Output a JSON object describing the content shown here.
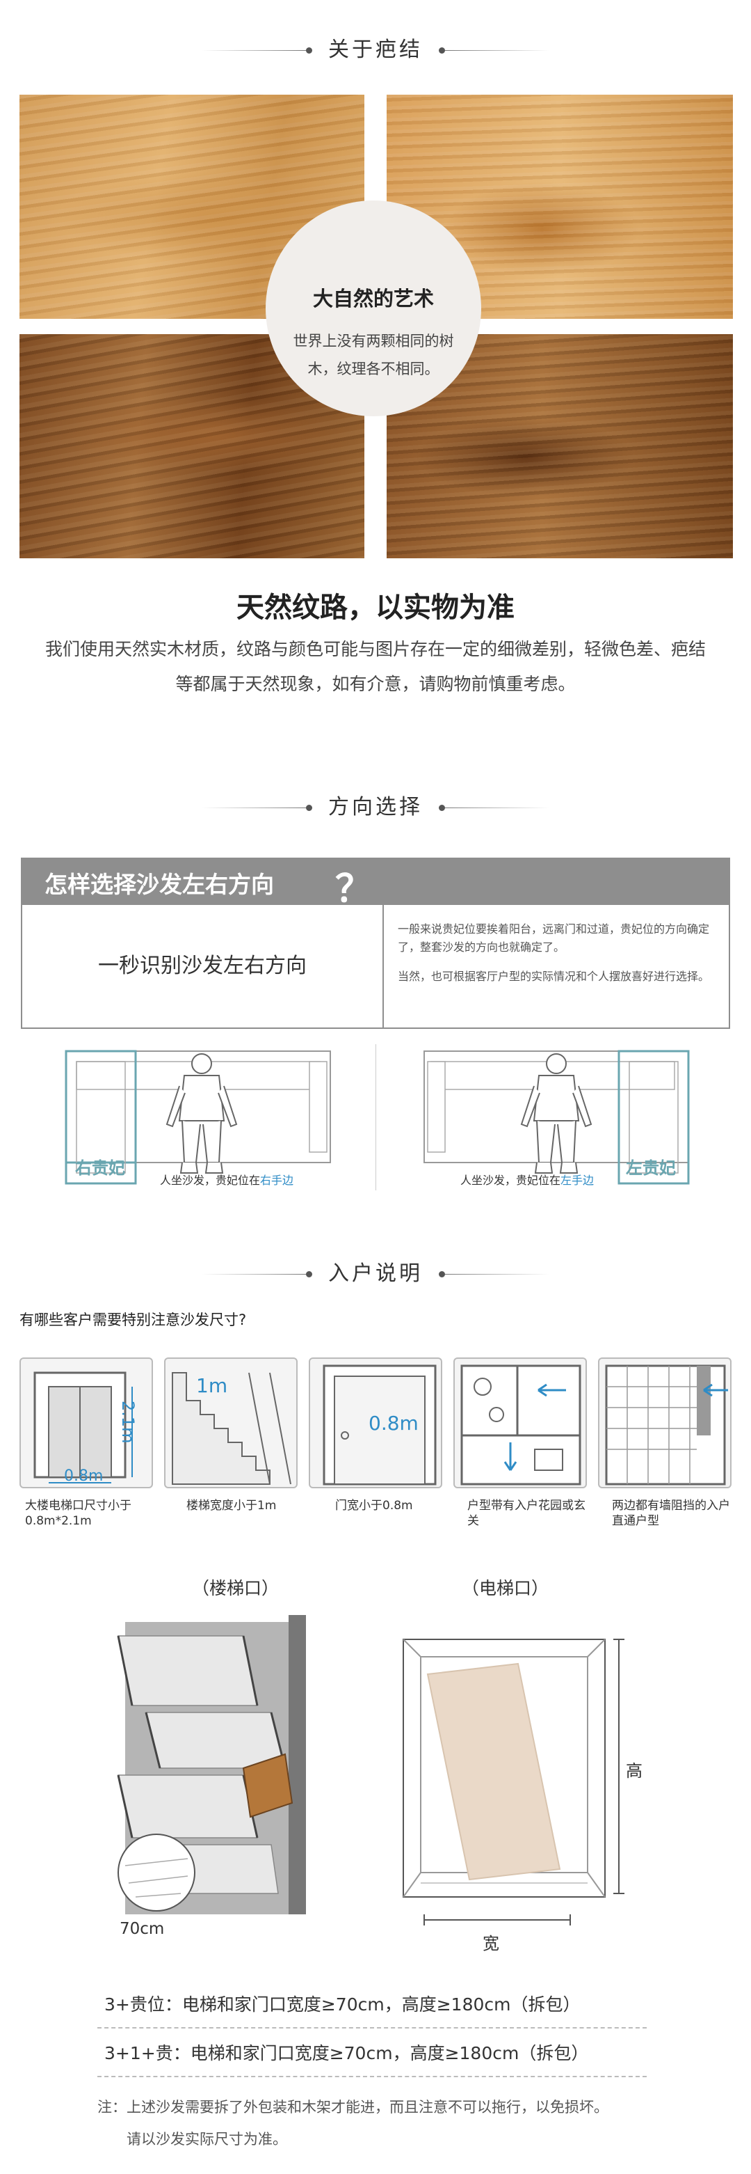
{
  "sections": {
    "knots_title": "关于疤结",
    "direction_title": "方向选择",
    "entry_title": "入户说明"
  },
  "circle": {
    "title": "大自然的艺术",
    "desc": "世界上没有两颗相同的树木，纹理各不相同。"
  },
  "headline": "天然纹路，以实物为准",
  "paragraph": "我们使用天然实木材质，纹路与颜色可能与图片存在一定的细微差别，轻微色差、疤结等都属于天然现象，如有介意，请购物前慎重考虑。",
  "direction": {
    "banner": "怎样选择沙发左右方向",
    "banner_mark": "？",
    "left_text": "一秒识别沙发左右方向",
    "right_p1": "一般来说贵妃位要挨着阳台，远离门和过道，贵妃位的方向确定了，整套沙发的方向也就确定了。",
    "right_p2": "当然，也可根据客厅户型的实际情况和个人摆放喜好进行选择。",
    "sofa_right": {
      "label": "右贵妃",
      "caption_pre": "人坐沙发，贵妃位在",
      "caption_hl": "右手边"
    },
    "sofa_left": {
      "label": "左贵妃",
      "caption_pre": "人坐沙发，贵妃位在",
      "caption_hl": "左手边"
    }
  },
  "entry": {
    "question": "有哪些客户需要特别注意沙发尺寸?",
    "cards": [
      {
        "caption": "大楼电梯口尺寸小于0.8m*2.1m",
        "dim_w": "0.8m",
        "dim_h": "2.1m"
      },
      {
        "caption": "楼梯宽度小于1m",
        "dim": "1m"
      },
      {
        "caption": "门宽小于0.8m",
        "dim": "0.8m"
      },
      {
        "caption": "户型带有入户花园或玄关"
      },
      {
        "caption": "两边都有墙阻挡的入户直通户型"
      }
    ],
    "stair_label": "（楼梯口）",
    "elevator_label": "（电梯口）",
    "stair_width": "70cm",
    "elevator_height": "高",
    "elevator_width": "宽",
    "rule1": "3+贵位：电梯和家门口宽度≥70cm，高度≥180cm（拆包）",
    "rule2": "3+1+贵：电梯和家门口宽度≥70cm，高度≥180cm（拆包）",
    "note_line1": "注：上述沙发需要拆了外包装和木架才能进，而且注意不可以拖行，以免损坏。",
    "note_line2": "请以沙发实际尺寸为准。"
  },
  "colors": {
    "accent_blue": "#2f8cc6",
    "banner_gray": "#8e8e8e",
    "sofa_teal": "#6aa6b0",
    "board_beige": "#ead9c8"
  }
}
